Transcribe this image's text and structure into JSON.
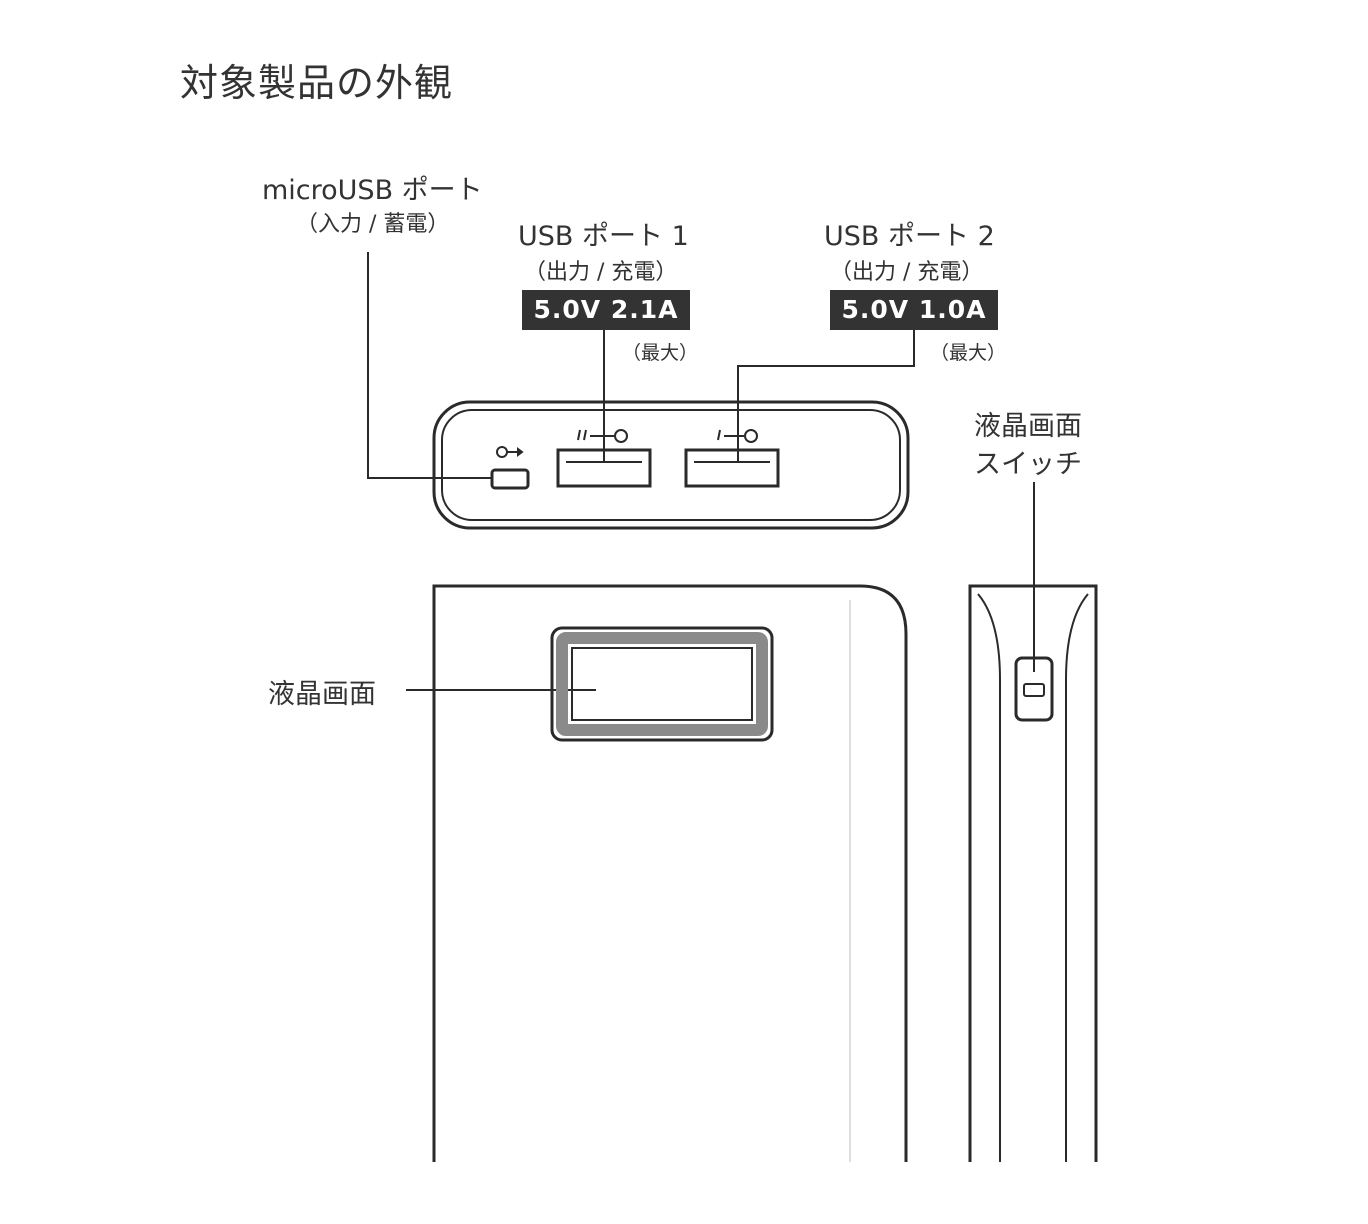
{
  "title": "対象製品の外観",
  "labels": {
    "micro_usb": {
      "name": "microUSB ポート",
      "note": "（入力 / 蓄電）",
      "icon": "micro-usb-symbol-icon"
    },
    "usb1": {
      "name": "USB ポート 1",
      "note": "（出力 / 充電）",
      "spec": "5.0V 2.1A",
      "max": "（最大）",
      "icon": "usb-output-symbol-icon"
    },
    "usb2": {
      "name": "USB ポート 2",
      "note": "（出力 / 充電）",
      "spec": "5.0V 1.0A",
      "max": "（最大）",
      "icon": "usb-output-symbol-icon"
    },
    "lcd_switch": {
      "line1": "液晶画面",
      "line2": "スイッチ"
    },
    "lcd": "液晶画面"
  },
  "colors": {
    "line": "#2a2a2a",
    "spec_bg": "#333333",
    "spec_text": "#ffffff",
    "screen_frame": "#8a8a8a"
  }
}
